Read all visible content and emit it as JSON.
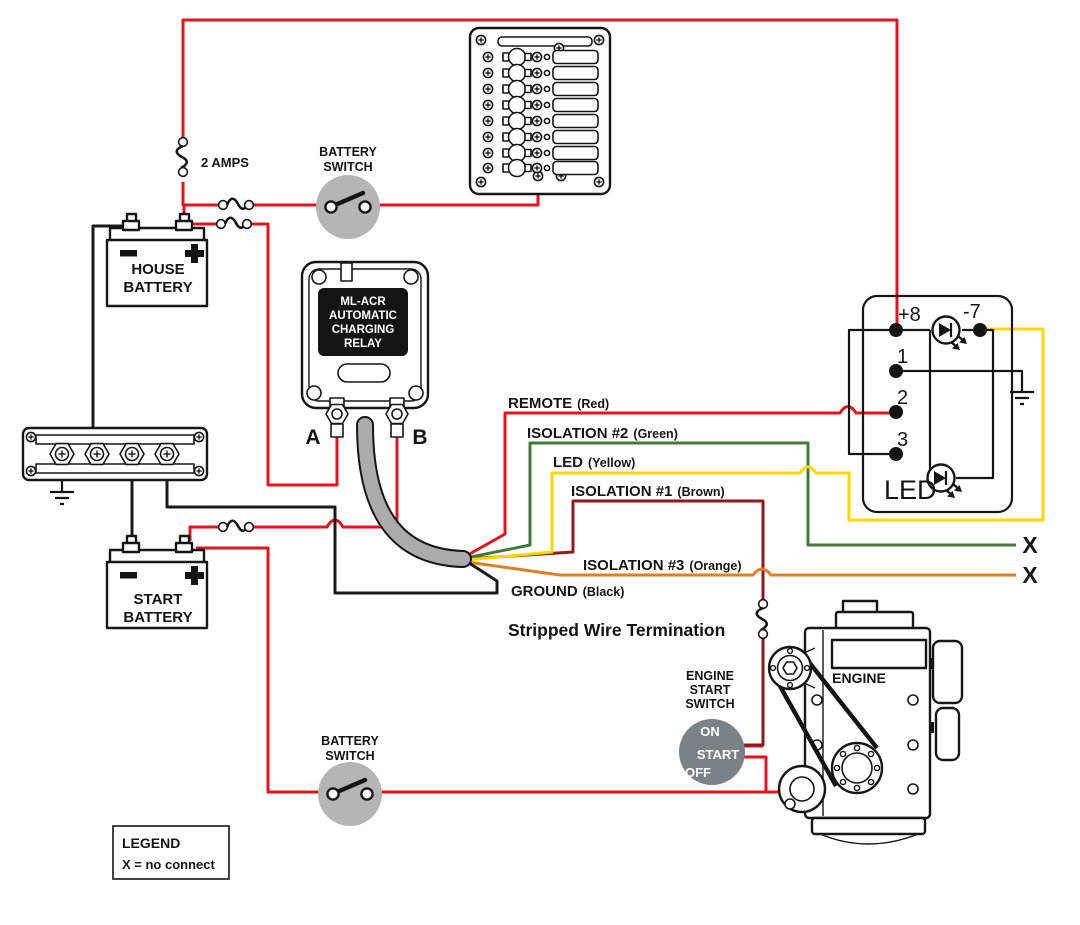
{
  "colors": {
    "red": "#e4131e",
    "brown": "#8f1a1d",
    "green": "#44793b",
    "yellow": "#fdd700",
    "orange": "#e07e28",
    "black_wire": "#1b1b1b",
    "cable_gray": "#ababab",
    "switch_gray": "#b5b5b5",
    "engine_switch_gray": "#7a8187"
  },
  "labels": {
    "amps": "2 AMPS",
    "battery_switch_line1": "BATTERY",
    "battery_switch_line2": "SWITCH",
    "house_battery_line1": "HOUSE",
    "house_battery_line2": "BATTERY",
    "start_battery_line1": "START",
    "start_battery_line2": "BATTERY",
    "terminal_a": "A",
    "terminal_b": "B",
    "section_title": "Stripped Wire Termination"
  },
  "relay": {
    "line1": "ML-ACR",
    "line2": "AUTOMATIC",
    "line3": "CHARGING",
    "line4": "RELAY"
  },
  "wires": {
    "remote": {
      "name": "REMOTE",
      "color_note": "(Red)"
    },
    "isolation2": {
      "name": "ISOLATION #2",
      "color_note": "(Green)"
    },
    "led": {
      "name": "LED",
      "color_note": "(Yellow)"
    },
    "isolation1": {
      "name": "ISOLATION #1",
      "color_note": "(Brown)"
    },
    "isolation3": {
      "name": "ISOLATION #3",
      "color_note": "(Orange)"
    },
    "ground": {
      "name": "GROUND",
      "color_note": "(Black)"
    }
  },
  "led_panel": {
    "t_plus8": "+8",
    "t_minus7": "-7",
    "t1": "1",
    "t2": "2",
    "t3": "3",
    "led_label": "LED"
  },
  "engine": {
    "label": "ENGINE",
    "switch_line1": "ENGINE",
    "switch_line2": "START",
    "switch_line3": "SWITCH",
    "pos_on": "ON",
    "pos_start": "START",
    "pos_off": "OFF"
  },
  "no_connect": {
    "symbol": "X"
  },
  "legend": {
    "title": "LEGEND",
    "entry": "X = no connect"
  }
}
